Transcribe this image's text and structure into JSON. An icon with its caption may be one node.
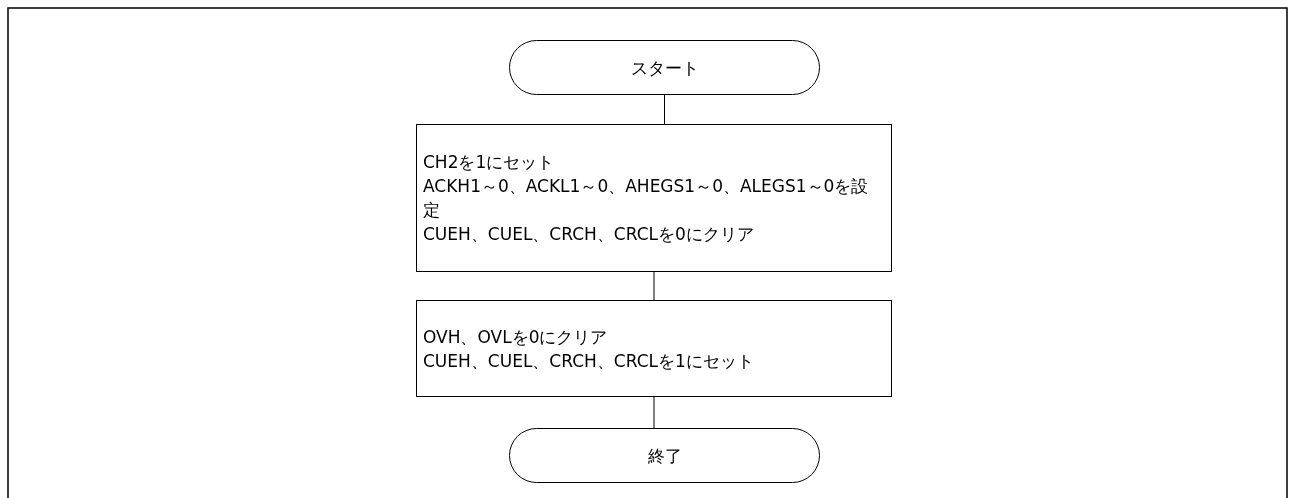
{
  "diagram": {
    "nodes": [
      {
        "text": [
          "スタート"
        ]
      },
      {
        "text": [
          "CH2を1にセット",
          "ACKH1～0、ACKL1～0、AHEGS1～0、ALEGS1～0を設定",
          "CUEH、CUEL、CRCH、CRCLを0にクリア"
        ]
      },
      {
        "text": [
          "OVH、OVLを0にクリア",
          "CUEH、CUEL、CRCH、CRCLを1にセット"
        ]
      },
      {
        "text": [
          "終了"
        ]
      }
    ],
    "edges": [
      {
        "from": 0,
        "to": 1,
        "arrow": "none"
      },
      {
        "from": 1,
        "to": 2,
        "arrow": "none"
      },
      {
        "from": 2,
        "to": 3,
        "arrow": "none"
      }
    ]
  }
}
